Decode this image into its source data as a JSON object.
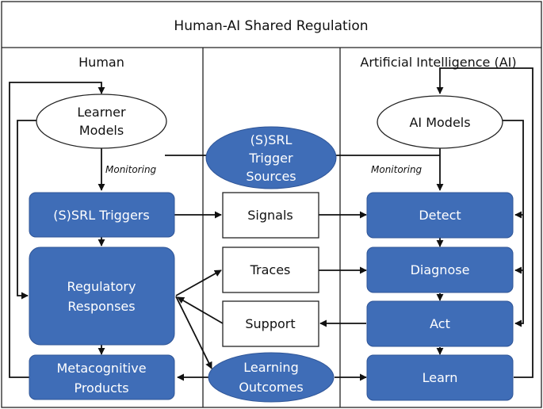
{
  "title": "Human-AI Shared Regulation",
  "columns": {
    "human": "Human",
    "middle": "",
    "ai": "Artificial Intelligence (AI)"
  },
  "human": {
    "learner_models": [
      "Learner",
      "Models"
    ],
    "monitoring": "Monitoring",
    "ssrl_triggers": "(S)SRL Triggers",
    "regulatory_responses": [
      "Regulatory",
      "Responses"
    ],
    "metacognitive_products": [
      "Metacognitive",
      "Products"
    ]
  },
  "middle": {
    "trigger_sources": [
      "(S)SRL",
      "Trigger",
      "Sources"
    ],
    "signals": "Signals",
    "traces": "Traces",
    "support": "Support",
    "learning_outcomes": [
      "Learning",
      "Outcomes"
    ]
  },
  "ai": {
    "ai_models": "AI Models",
    "monitoring": "Monitoring",
    "detect": "Detect",
    "diagnose": "Diagnose",
    "act": "Act",
    "learn": "Learn"
  },
  "colors": {
    "box_fill": "#3f6db7",
    "box_stroke": "#2f5597",
    "line": "#111111"
  }
}
